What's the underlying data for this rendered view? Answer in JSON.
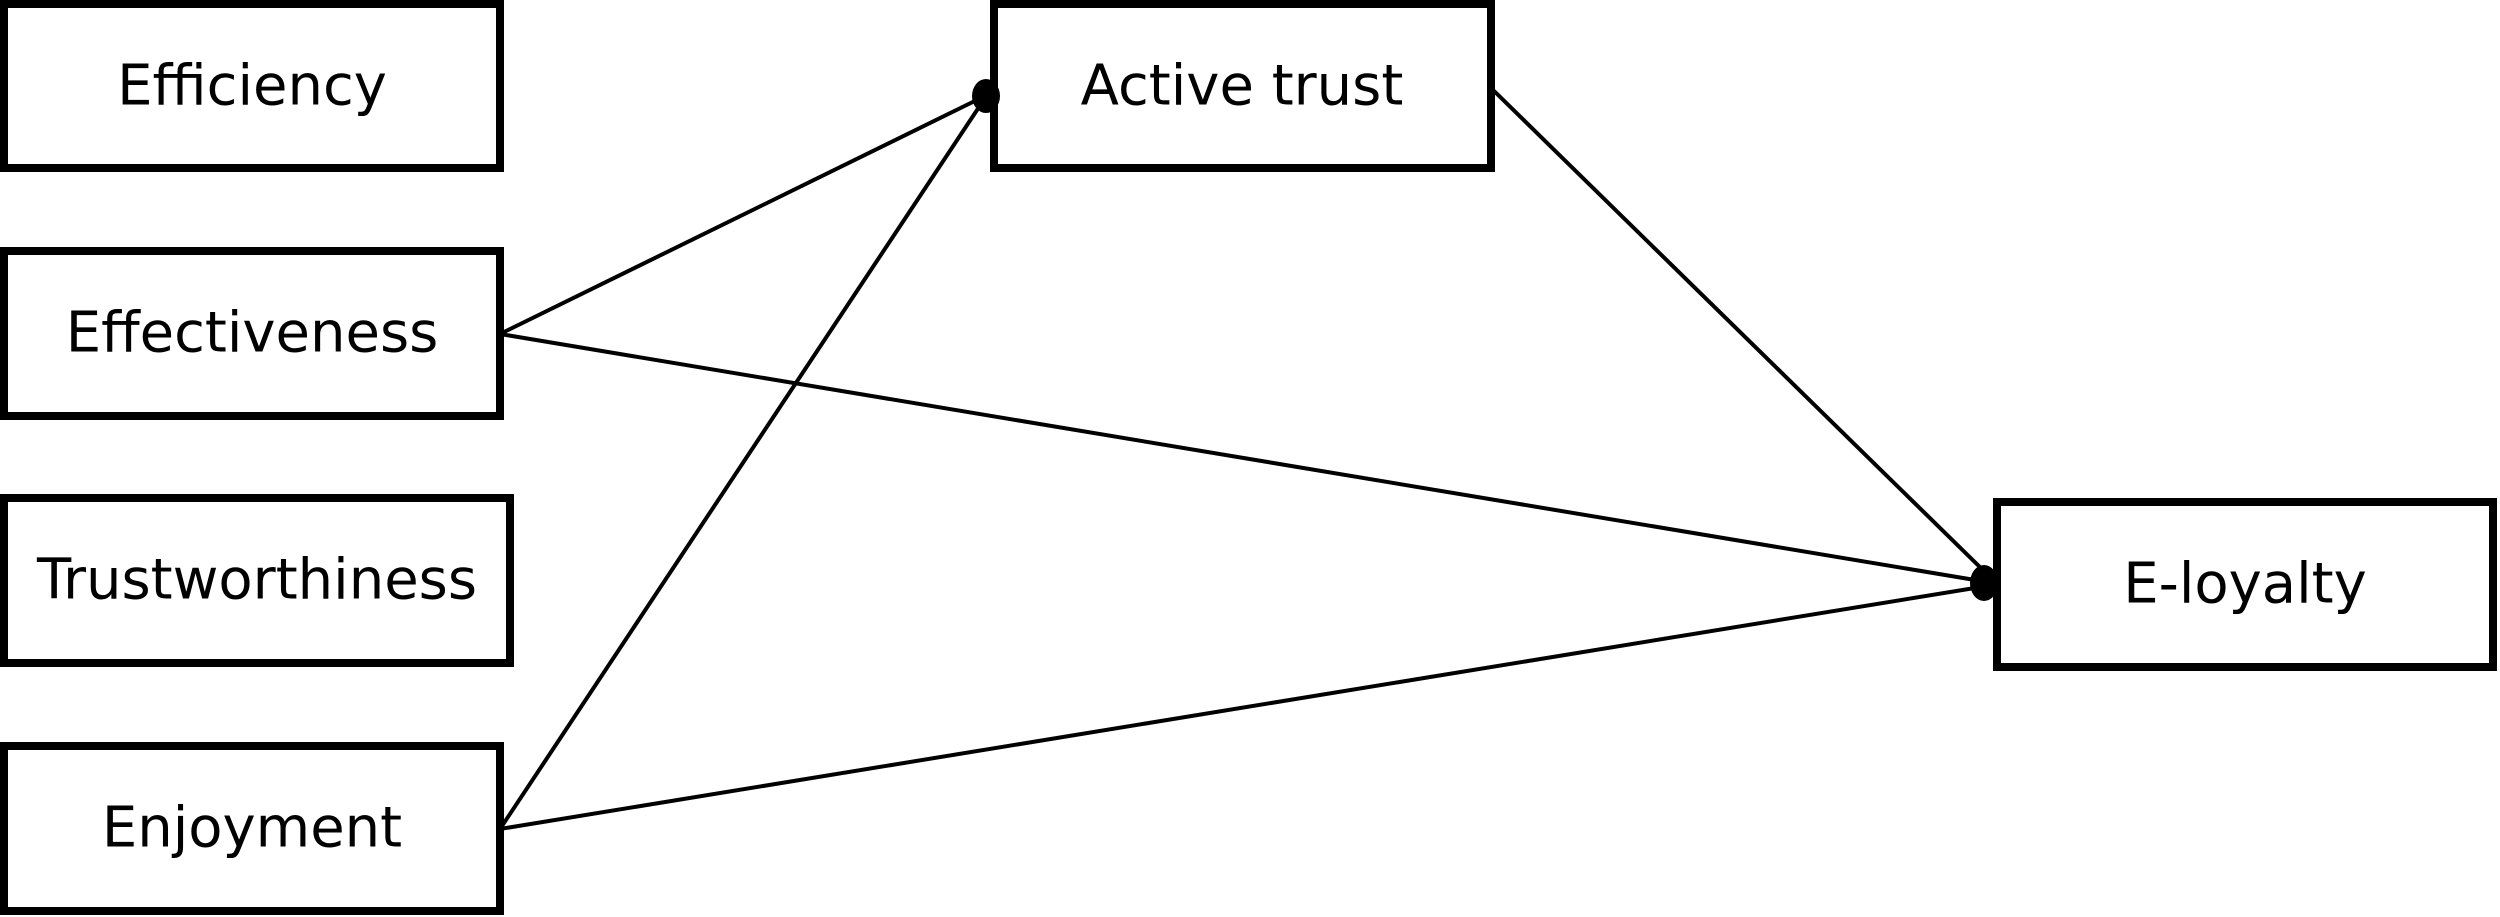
{
  "nodes": {
    "efficiency": {
      "label": "Efficiency"
    },
    "effectiveness": {
      "label": "Effectiveness"
    },
    "trustworthiness": {
      "label": "Trustworthiness"
    },
    "enjoyment": {
      "label": "Enjoyment"
    },
    "active_trust": {
      "label": "Active trust"
    },
    "e_loyalty": {
      "label": "E-loyalty"
    }
  },
  "edges": [
    {
      "from": "effectiveness",
      "to": "active_trust"
    },
    {
      "from": "enjoyment",
      "to": "active_trust"
    },
    {
      "from": "effectiveness",
      "to": "e_loyalty"
    },
    {
      "from": "enjoyment",
      "to": "e_loyalty"
    },
    {
      "from": "active_trust",
      "to": "e_loyalty"
    }
  ],
  "colors": {
    "stroke": "#000000",
    "background": "#ffffff"
  }
}
